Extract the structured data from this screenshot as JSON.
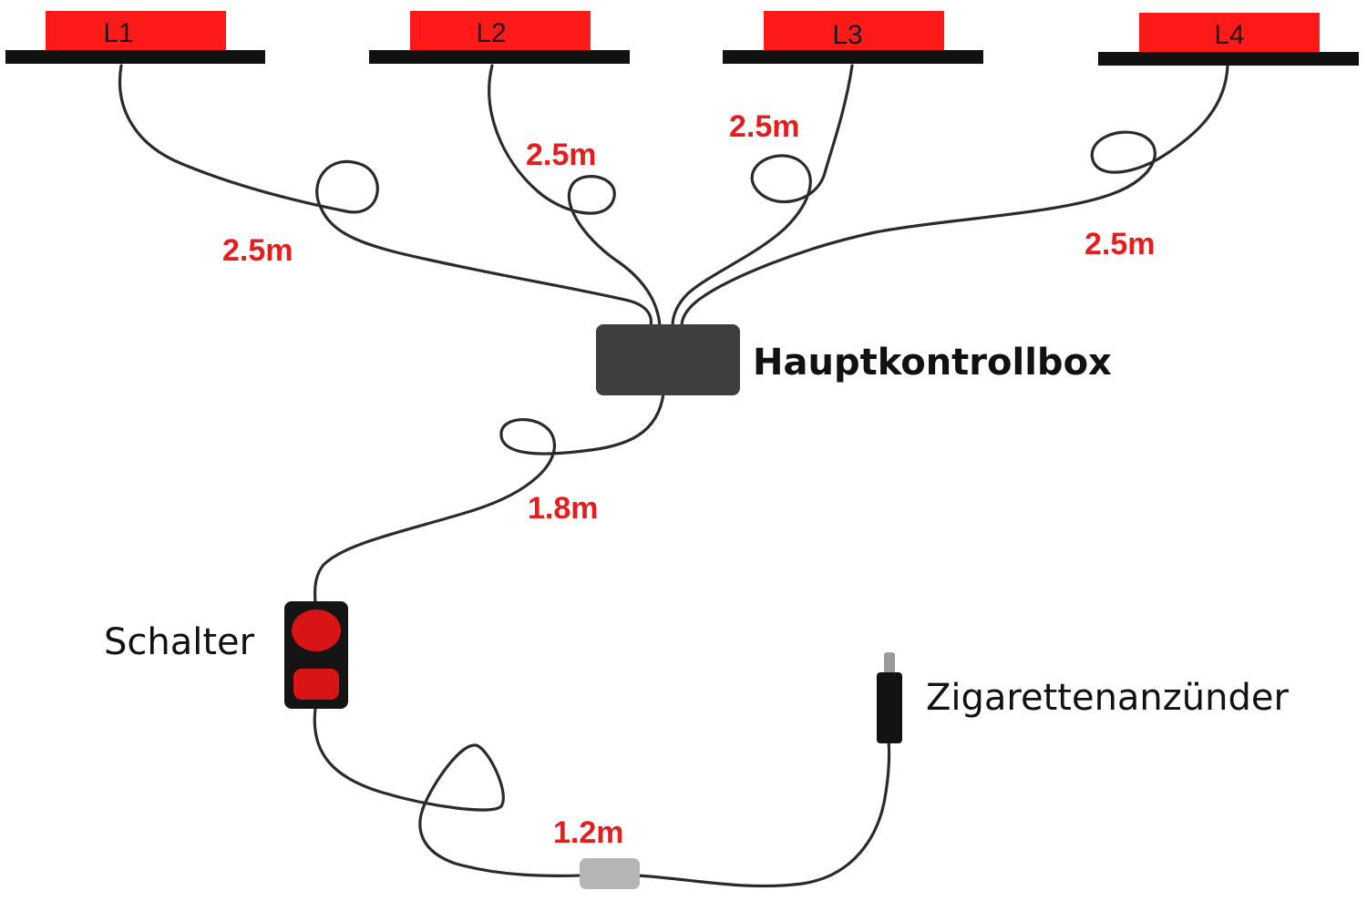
{
  "lamps": [
    {
      "label": "L1"
    },
    {
      "label": "L2"
    },
    {
      "label": "L3"
    },
    {
      "label": "L4"
    }
  ],
  "cable_lengths": {
    "l1": "2.5m",
    "l2": "2.5m",
    "l3": "2.5m",
    "l4": "2.5m",
    "box_to_switch": "1.8m",
    "switch_to_plug": "1.2m"
  },
  "components": {
    "main_box": "Hauptkontrollbox",
    "switch": "Schalter",
    "plug": "Zigarettenanzünder"
  },
  "colors": {
    "lamp_red": "#ff1a1a",
    "lamp_base": "#111111",
    "box_gray": "#3e3e3e",
    "switch_body": "#141414",
    "switch_buttons": "#d81414",
    "length_labels": "#e41d1d",
    "connector_gray": "#b5b5b5"
  }
}
